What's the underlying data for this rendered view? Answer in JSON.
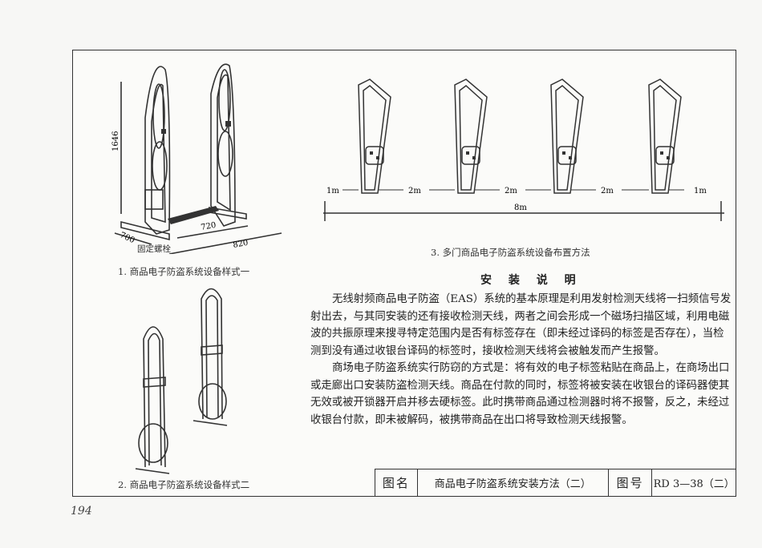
{
  "page_number": "194",
  "figure1": {
    "caption": "1. 商品电子防盗系统设备样式一",
    "dim_height": "1646",
    "dim_depth": "700",
    "dim_gap": "720",
    "dim_width": "820",
    "bolt_label": "固定螺栓"
  },
  "figure2": {
    "caption": "2. 商品电子防盗系统设备样式二"
  },
  "figure3": {
    "caption": "3. 多门商品电子防盗系统设备布置方法",
    "dims": [
      "1m",
      "2m",
      "2m",
      "2m",
      "1m"
    ],
    "total": "8m"
  },
  "instructions": {
    "heading": "安 装 说 明",
    "paragraphs": [
      "无线射频商品电子防盗（EAS）系统的基本原理是利用发射检测天线将一扫频信号发射出去，与其同安装的还有接收检测天线，两者之间会形成一个磁场扫描区域，利用电磁波的共振原理来搜寻特定范围内是否有标签存在（即未经过译码的标签是否存在），当检测到没有通过收银台译码的标签时，接收检测天线将会被触发而产生报警。",
      "商场电子防盗系统实行防窃的方式是：将有效的电子标签粘贴在商品上，在商场出口或走廊出口安装防盗检测天线。商品在付款的同时，标签将被安装在收银台的译码器使其无效或被开锁器开启并移去硬标签。此时携带商品通过检测器时将不报警，反之，未经过收银台付款，即未被解码，被携带商品在出口将导致检测天线报警。"
    ]
  },
  "title_block": {
    "name_key": "图名",
    "name_value": "商品电子防盗系统安装方法（二）",
    "number_key": "图号",
    "number_value": "RD 3—38（二）"
  }
}
